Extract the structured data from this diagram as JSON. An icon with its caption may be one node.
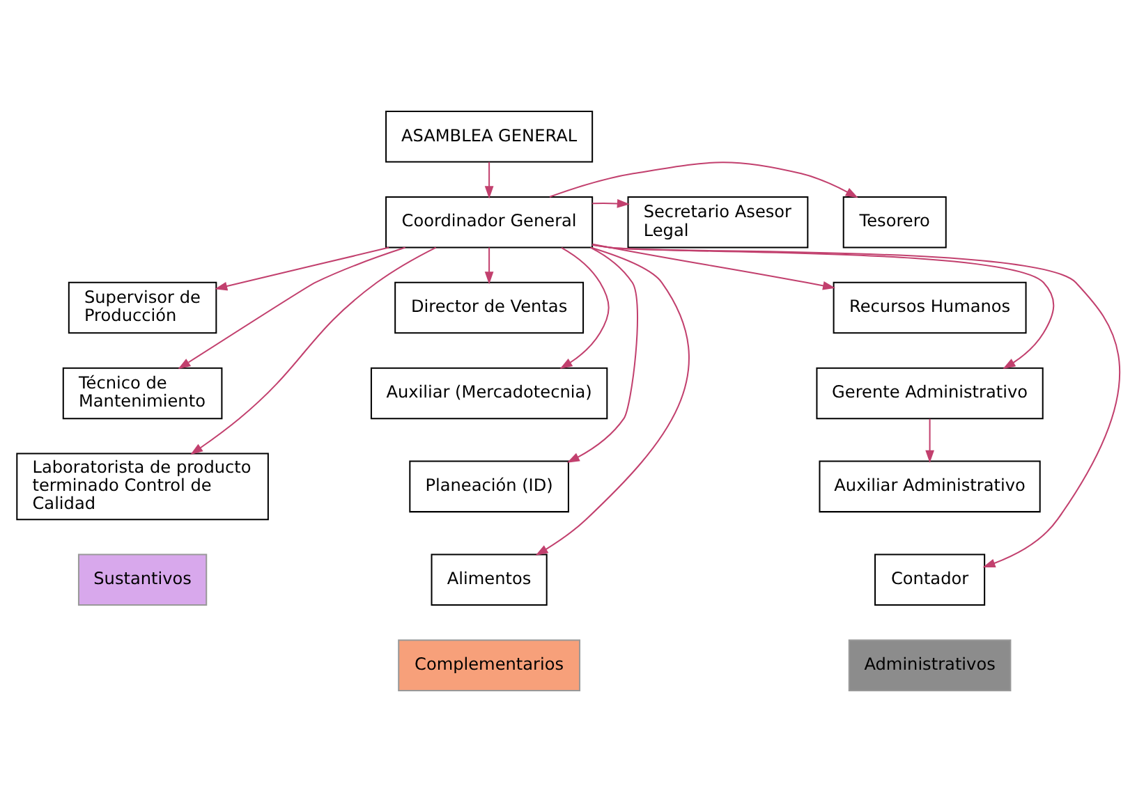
{
  "diagram": {
    "nodes": [
      {
        "text": [
          "ASAMBLEA GENERAL"
        ]
      },
      {
        "text": [
          "Coordinador General"
        ]
      },
      {
        "text": [
          "Tesorero"
        ]
      },
      {
        "text": [
          "Secretario Asesor Legal"
        ]
      },
      {
        "text": [
          "Supervisor de Producción"
        ]
      },
      {
        "text": [
          "Técnico de Mantenimiento"
        ]
      },
      {
        "text": [
          "Laboratorista de producto terminado Control de Calidad"
        ]
      },
      {
        "text": [
          "Director de Ventas"
        ]
      },
      {
        "text": [
          "Auxiliar (Mercadotecnia)"
        ]
      },
      {
        "text": [
          "Planeación (ID)"
        ]
      },
      {
        "text": [
          "Alimentos"
        ]
      },
      {
        "text": [
          "Recursos Humanos"
        ]
      },
      {
        "text": [
          "Gerente Administrativo"
        ]
      },
      {
        "text": [
          "Auxiliar Administrativo"
        ]
      },
      {
        "text": [
          "Contador"
        ]
      },
      {
        "text": [
          "Sustantivos"
        ]
      },
      {
        "text": [
          "Complementarios"
        ]
      },
      {
        "text": [
          "Administrativos"
        ]
      }
    ],
    "edges": [
      {
        "from": 0,
        "to": 1,
        "arrow": "to"
      },
      {
        "from": 1,
        "to": 2,
        "arrow": "to"
      },
      {
        "from": 1,
        "to": 3,
        "arrow": "to"
      },
      {
        "from": 1,
        "to": 4,
        "arrow": "to"
      },
      {
        "from": 1,
        "to": 5,
        "arrow": "to"
      },
      {
        "from": 1,
        "to": 6,
        "arrow": "to"
      },
      {
        "from": 1,
        "to": 7,
        "arrow": "to"
      },
      {
        "from": 1,
        "to": 8,
        "arrow": "to"
      },
      {
        "from": 1,
        "to": 9,
        "arrow": "to"
      },
      {
        "from": 1,
        "to": 10,
        "arrow": "to"
      },
      {
        "from": 1,
        "to": 11,
        "arrow": "to"
      },
      {
        "from": 1,
        "to": 12,
        "arrow": "to"
      },
      {
        "from": 12,
        "to": 13,
        "arrow": "to"
      },
      {
        "from": 1,
        "to": 14,
        "arrow": "to"
      }
    ]
  }
}
